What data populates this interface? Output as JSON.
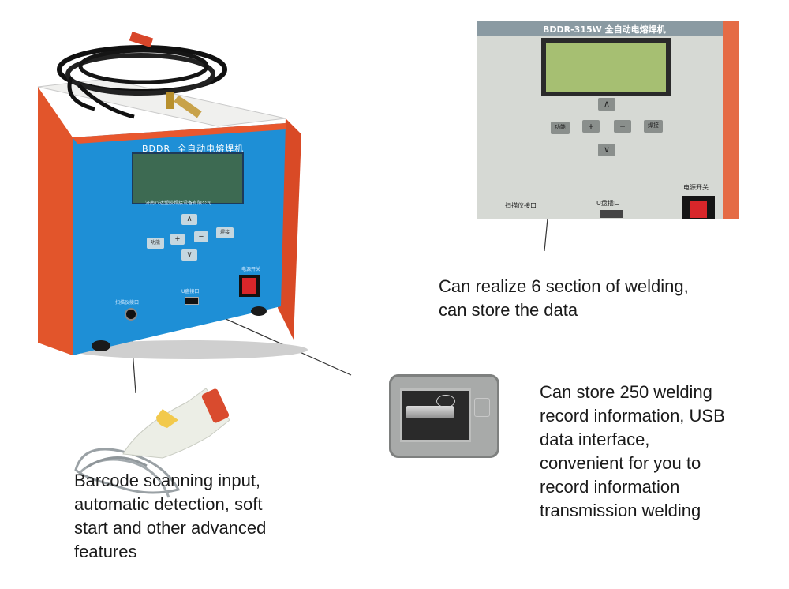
{
  "machine": {
    "brand": "BDDR",
    "model_title": "全自动电熔焊机",
    "company": "济南八达塑胶焊接设备有限公司",
    "keys": {
      "up": "∧",
      "down": "∨",
      "plus": "+",
      "minus": "−",
      "func": "功能",
      "weld": "焊接"
    },
    "scanner_port": "扫描仪接口",
    "usb_port": "U盘接口",
    "power_switch": "电源开关"
  },
  "closeup": {
    "title": "BDDR-315W  全自动电熔焊机",
    "scanner_port": "扫描仪接口",
    "usb_port": "U盘插口",
    "power_switch": "电源开关"
  },
  "captions": {
    "section_welding": "Can realize 6 section of welding,\ncan store the data",
    "usb_storage": "Can store 250 welding\nrecord information, USB\ndata interface,\nconvenient for you to\nrecord information\ntransmission welding",
    "barcode": "Barcode scanning input,\nautomatic detection, soft\nstart and other advanced\nfeatures"
  },
  "colors": {
    "frame": "#e8572e",
    "panel": "#1e8fd6",
    "lcd": "#9fc48a",
    "power": "#d8262a"
  }
}
